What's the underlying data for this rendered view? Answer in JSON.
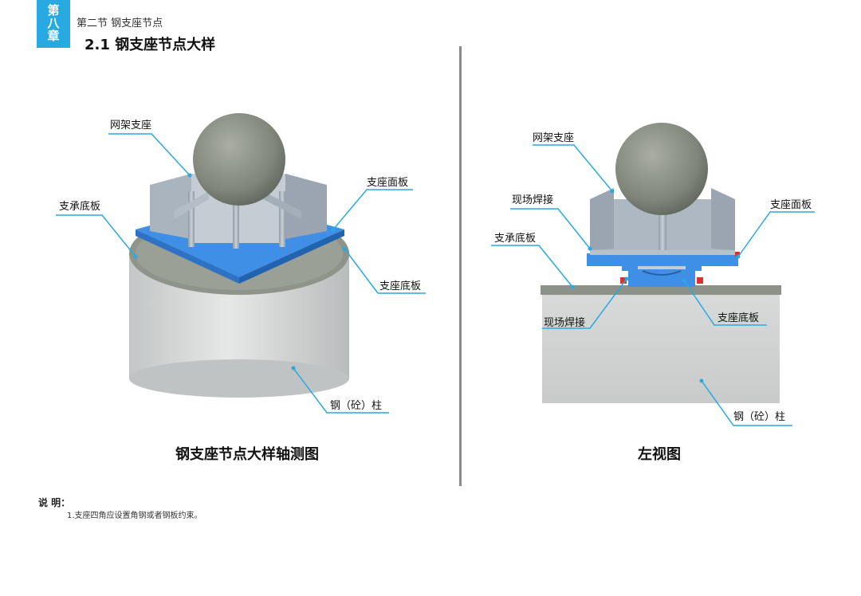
{
  "chapter_tab": [
    "第",
    "八",
    "章"
  ],
  "section": "第二节  钢支座节点",
  "title": "2.1  钢支座节点大样",
  "left_figure": {
    "caption": "钢支座节点大样轴测图",
    "labels": {
      "grid_support": "网架支座",
      "bearing_base": "支承底板",
      "support_face": "支座面板",
      "support_base": "支座底板",
      "column": "钢（砼）柱"
    }
  },
  "right_figure": {
    "caption": "左视图",
    "labels": {
      "grid_support": "网架支座",
      "site_weld_top": "现场焊接",
      "bearing_base": "支承底板",
      "support_face": "支座面板",
      "site_weld_bottom": "现场焊接",
      "support_base": "支座底板",
      "column": "钢（砼）柱"
    }
  },
  "notes": {
    "title": "说 明：",
    "items": [
      "1.支座四角应设置角钢或者钢板约束。"
    ]
  },
  "colors": {
    "accent": "#29a9e1",
    "plate": "#3f8fe6",
    "steel": "#9aa6b2",
    "concrete": "#d4d6d6"
  }
}
